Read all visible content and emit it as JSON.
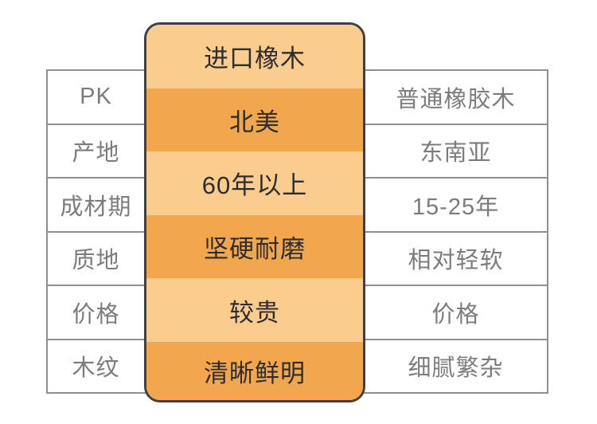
{
  "colors": {
    "background": "#FFFFFF",
    "band_light": "#FACC8E",
    "band_dark": "#F2A74D",
    "panel_border": "#3F4045",
    "table_border": "#8F8F8F",
    "table_text": "#7C7C7E",
    "panel_text": "#2C2D31"
  },
  "panel": {
    "bands": [
      {
        "label": "进口橡木",
        "tone": "light"
      },
      {
        "label": "北美",
        "tone": "dark"
      },
      {
        "label": "60年以上",
        "tone": "light"
      },
      {
        "label": "坚硬耐磨",
        "tone": "dark"
      },
      {
        "label": "较贵",
        "tone": "light"
      },
      {
        "label": "清晰鲜明",
        "tone": "dark"
      }
    ]
  },
  "table": {
    "left_labels": [
      "PK",
      "产地",
      "成材期",
      "质地",
      "价格",
      "木纹"
    ],
    "right_values": [
      "普通橡胶木",
      "东南亚",
      "15-25年",
      "相对轻软",
      "价格",
      "细腻繁杂"
    ]
  }
}
